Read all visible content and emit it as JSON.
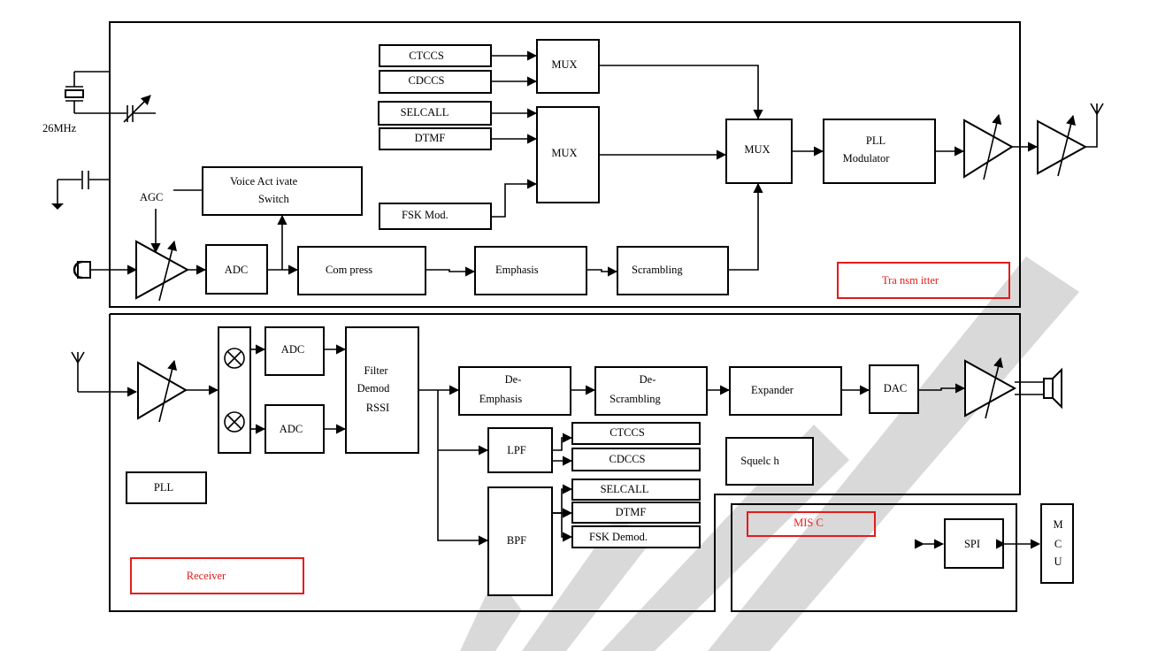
{
  "transmitter": {
    "section_label": "Tra nsm itter",
    "crystal_label": "26MHz",
    "agc_label": "AGC",
    "voice_switch": [
      "Voice Act ivate",
      "Switch"
    ],
    "adc_label": "ADC",
    "compress_label": "Com press",
    "emphasis_label": "Emphasis",
    "scrambling_label": "Scrambling",
    "ctccs_label": "CTCCS",
    "cdccs_label": "CDCCS",
    "selcall_label": "SELCALL",
    "dtmf_label": "DTMF",
    "fsk_mod_label": "FSK Mod.",
    "mux_label": "MUX",
    "pll_modulator": [
      "PLL",
      "Modulator"
    ]
  },
  "receiver": {
    "section_label": "Receiver",
    "adc_label": "ADC",
    "filter_block": [
      "Filter",
      "Demod",
      "RSSI"
    ],
    "de_emphasis": [
      "De-",
      "Emphasis"
    ],
    "de_scrambling": [
      "De-",
      "Scrambling"
    ],
    "expander_label": "Expander",
    "dac_label": "DAC",
    "lpf_label": "LPF",
    "bpf_label": "BPF",
    "ctccs_label": "CTCCS",
    "cdccs_label": "CDCCS",
    "selcall_label": "SELCALL",
    "dtmf_label": "DTMF",
    "fsk_demod_label": "FSK Demod.",
    "squelch_label": "Squelc h",
    "pll_label": "PLL"
  },
  "misc": {
    "section_label": "MIS C",
    "spi_label": "SPI",
    "mcu_letters": [
      "M",
      "C",
      "U"
    ]
  }
}
